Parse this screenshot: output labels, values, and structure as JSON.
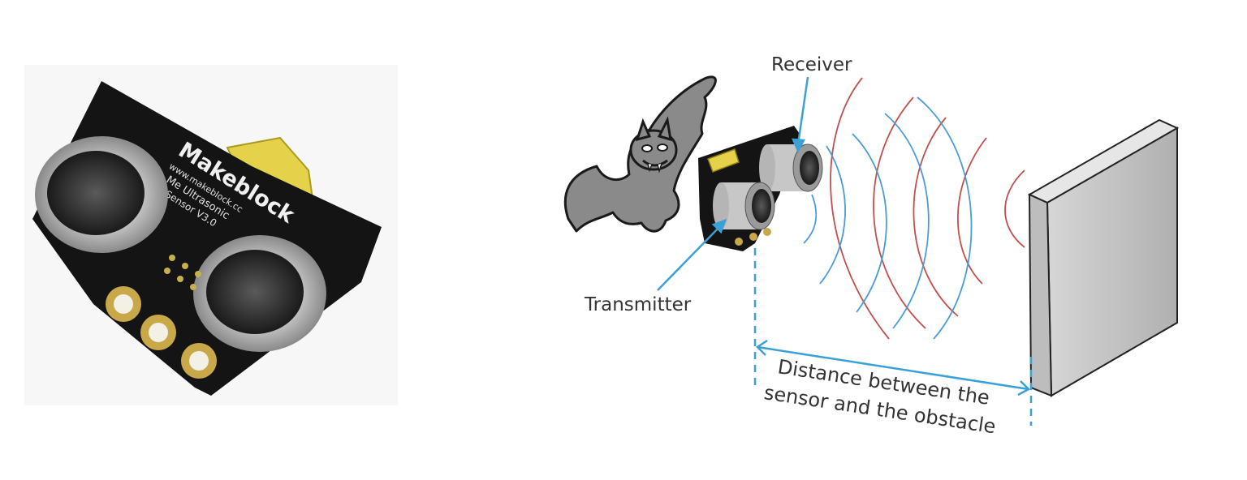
{
  "photo": {
    "board_brand": "Makeblock",
    "board_url": "www.makeblock.cc",
    "board_model": "Me Ultrasonic",
    "board_version": "Sensor V3.0"
  },
  "diagram": {
    "receiver_label": "Receiver",
    "transmitter_label": "Transmitter",
    "distance_label_line1": "Distance between the",
    "distance_label_line2": "sensor and the obstacle"
  },
  "colors": {
    "arrow": "#3aa0d8",
    "outgoing_wave": "#c0504d",
    "returning_wave": "#4b9bd5",
    "obstacle": "#c8c8c8",
    "board": "#141414",
    "bat": "#8a8a8a"
  }
}
